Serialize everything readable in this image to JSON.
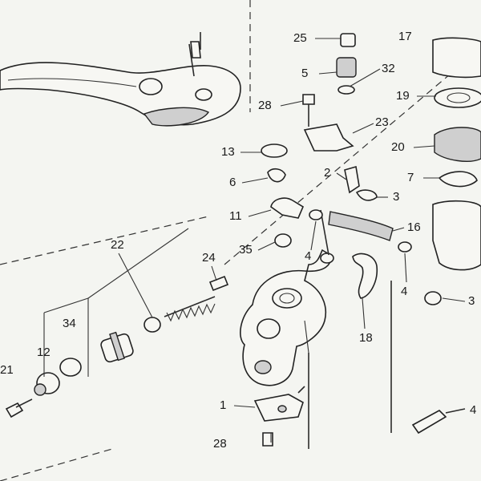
{
  "callouts": [
    {
      "id": "25",
      "label": "25"
    },
    {
      "id": "17",
      "label": "17"
    },
    {
      "id": "5",
      "label": "5"
    },
    {
      "id": "32",
      "label": "32"
    },
    {
      "id": "19",
      "label": "19"
    },
    {
      "id": "28a",
      "label": "28"
    },
    {
      "id": "23",
      "label": "23"
    },
    {
      "id": "20",
      "label": "20"
    },
    {
      "id": "13",
      "label": "13"
    },
    {
      "id": "2",
      "label": "2"
    },
    {
      "id": "7",
      "label": "7"
    },
    {
      "id": "6",
      "label": "6"
    },
    {
      "id": "3a",
      "label": "3"
    },
    {
      "id": "11",
      "label": "11"
    },
    {
      "id": "16",
      "label": "16"
    },
    {
      "id": "22",
      "label": "22"
    },
    {
      "id": "35",
      "label": "35"
    },
    {
      "id": "4a",
      "label": "4"
    },
    {
      "id": "24",
      "label": "24"
    },
    {
      "id": "4b",
      "label": "4"
    },
    {
      "id": "3b",
      "label": "3"
    },
    {
      "id": "34",
      "label": "34"
    },
    {
      "id": "12",
      "label": "12"
    },
    {
      "id": "18",
      "label": "18"
    },
    {
      "id": "21",
      "label": "21"
    },
    {
      "id": "1",
      "label": "1"
    },
    {
      "id": "4c",
      "label": "4"
    },
    {
      "id": "28b",
      "label": "28"
    }
  ]
}
